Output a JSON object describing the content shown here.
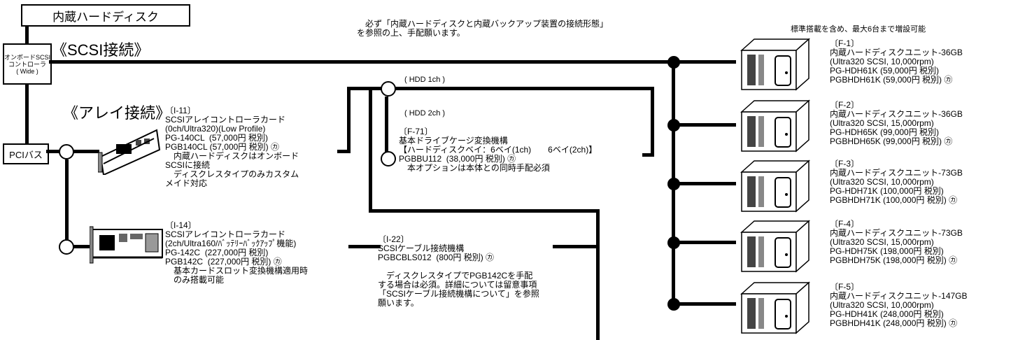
{
  "top_box_title": "内蔵ハードディスク",
  "standard_note": "標準搭載を含め、最大6台まで増設可能",
  "reference_note": "　必ず「内蔵ハードディスクと内蔵バックアップ装置の接続形態」\nを参照の上、手配願います。",
  "onboard_box": "オンボードSCSI\nコントローラ\n( Wide )",
  "scsi_title": "《SCSI接続》",
  "array_title": "《アレイ接続》",
  "pci_label": "PCIバス",
  "hdd1_label": "( HDD 1ch )",
  "hdd2_label": "( HDD 2ch )",
  "i11_text": "〔I-11〕\nSCSIアレイコントローラカード\n(0ch/Ultra320)(Low Profile)\nPG-140CL  (57,000円 税別)\nPGB140CL (57,000円 税別) ㋕\n　内蔵ハードディスクはオンボード\nSCSIに接続\n　ディスクレスタイプのみカスタム\nメイド対応",
  "i14_text": "〔I-14〕\nSCSIアレイコントローラカード\n(2ch/Ultra160/ﾊﾞｯﾃﾘｰﾊﾞｯｸｱｯﾌﾟ機能)\nPG-142C  (227,000円 税別)\nPGB142C  (227,000円 税別) ㋕\n　基本カードスロット変換機構適用時\n　のみ搭載可能",
  "f71_text": "〔F-71〕\n基本ドライブケージ変換機構\n【ハードディスクベイ：6ベイ(1ch)　　6ベイ(2ch)】\nPGBBU112  (38,000円 税別) ㋕\n　本オプションは本体との同時手配必須",
  "i22_text": "〔I-22〕\nSCSIケーブル接続機構\nPGBCBLS012  (800円 税別) ㋕\n\n　ディスクレスタイプでPGB142Cを手配\nする場合は必須。詳細については留意事項\n「SCSIケーブル接続機構について」を参照\n願います。",
  "units": [
    {
      "text": "〔F-1〕\n内蔵ハードディスクユニット-36GB\n(Ultra320 SCSI, 10,000rpm)\nPG-HDH61K (59,000円 税別)\nPGBHDH61K (59,000円 税別) ㋕"
    },
    {
      "text": "〔F-2〕\n内蔵ハードディスクユニット-36GB\n(Ultra320 SCSI, 15,000rpm)\nPG-HDH65K (99,000円 税別)\nPGBHDH65K (99,000円 税別) ㋕"
    },
    {
      "text": "〔F-3〕\n内蔵ハードディスクユニット-73GB\n(Ultra320 SCSI, 10,000rpm)\nPG-HDH71K (100,000円 税別)\nPGBHDH71K (100,000円 税別) ㋕"
    },
    {
      "text": "〔F-4〕\n内蔵ハードディスクユニット-73GB\n(Ultra320 SCSI, 15,000rpm)\nPG-HDH75K (198,000円 税別)\nPGBHDH75K (198,000円 税別) ㋕"
    },
    {
      "text": "〔F-5〕\n内蔵ハードディスクユニット-147GB\n(Ultra320 SCSI, 10,000rpm)\nPG-HDH41K (248,000円 税別)\nPGBHDH41K (248,000円 税別) ㋕"
    }
  ]
}
